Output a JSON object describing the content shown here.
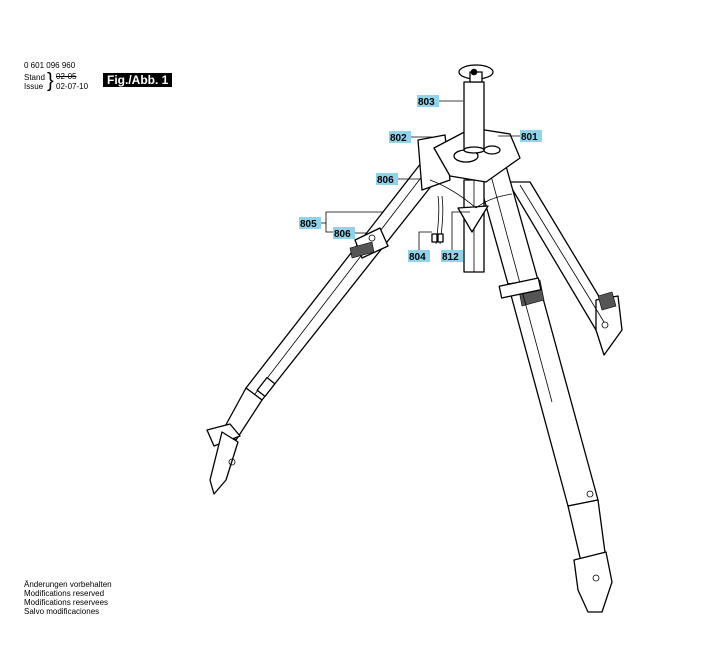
{
  "header": {
    "part_number": "0 601 096 960",
    "stand_label": "Stand",
    "stand_value": "02-05",
    "issue_label": "Issue",
    "issue_value": "02-07-10",
    "figure_label": "Fig./Abb. 1"
  },
  "callouts": {
    "c801": "801",
    "c802": "802",
    "c803": "803",
    "c804": "804",
    "c805": "805",
    "c806a": "806",
    "c806b": "806",
    "c812": "812"
  },
  "footer": {
    "line1": "Änderungen vorbehalten",
    "line2": "Modifications reserved",
    "line3": "Modifications reservees",
    "line4": "Salvo modificaciones"
  },
  "colors": {
    "callout_fill": "#8fd3ea",
    "figure_bg": "#000000"
  }
}
